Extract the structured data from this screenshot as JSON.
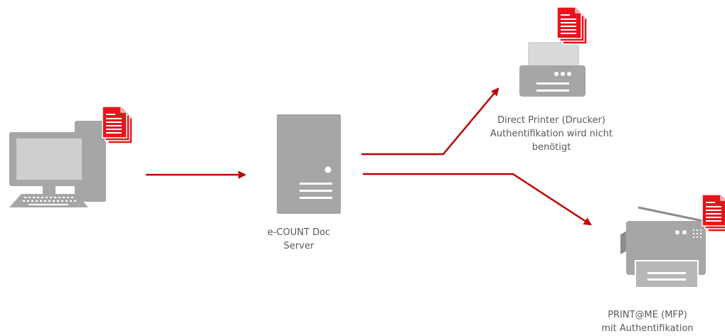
{
  "diagram": {
    "server_label": [
      "e-COUNT Doc",
      "Server"
    ],
    "printer_label": [
      "Direct Printer (Drucker)",
      "Authentifikation wird nicht",
      "benötigt"
    ],
    "mfp_label": [
      "PRINT@ME (MFP)",
      "mit Authentifikation"
    ]
  },
  "colors": {
    "arrow": "#c00000",
    "document": "#e8141c",
    "device": "#a6a6a6",
    "device_dark": "#8c8c8c",
    "text": "#595959"
  },
  "icons": [
    "computer-icon",
    "server-icon",
    "printer-icon",
    "mfp-icon",
    "document-stack-icon"
  ]
}
